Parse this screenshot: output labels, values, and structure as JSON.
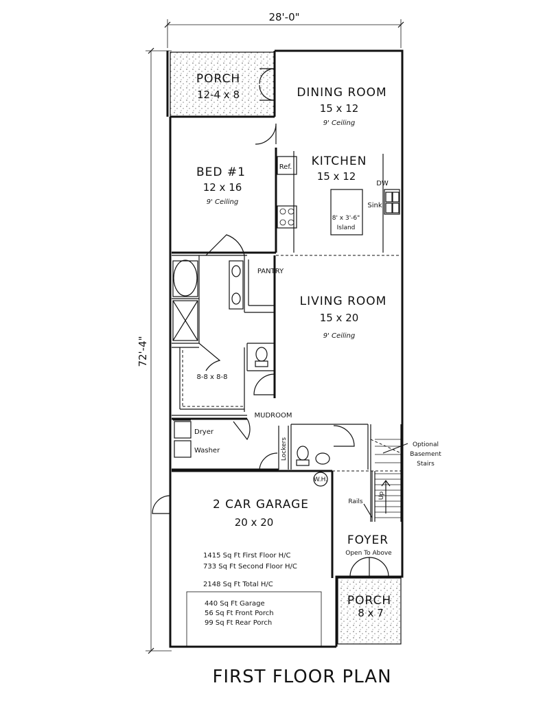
{
  "overall": {
    "width_dimension": "28'-0\"",
    "depth_dimension": "72'-4\""
  },
  "title": "FIRST FLOOR PLAN",
  "rooms": {
    "rear_porch": {
      "name": "PORCH",
      "size": "12-4 x 8"
    },
    "dining": {
      "name": "DINING ROOM",
      "size": "15 x 12",
      "ceiling": "9' Ceiling"
    },
    "kitchen": {
      "name": "KITCHEN",
      "size": "15 x 12"
    },
    "bed1": {
      "name": "BED #1",
      "size": "12 x 16",
      "ceiling": "9' Ceiling"
    },
    "living": {
      "name": "LIVING ROOM",
      "size": "15 x 20",
      "ceiling": "9' Ceiling"
    },
    "closet": {
      "size": "8-8 x 8-8"
    },
    "garage": {
      "name": "2 CAR GARAGE",
      "size": "20 x 20"
    },
    "foyer": {
      "name": "FOYER",
      "note": "Open To Above"
    },
    "front_porch": {
      "name": "PORCH",
      "size": "8 x 7"
    }
  },
  "fixtures": {
    "ref": "Ref.",
    "dw": "DW",
    "sink": "Sink",
    "island_size": "8' x 3'-6\"",
    "island": "Island",
    "pantry": "PANTRY",
    "mudroom": "MUDROOM",
    "lockers": "Lockers",
    "dryer": "Dryer",
    "washer": "Washer",
    "wh": "W.H.",
    "rails": "Rails",
    "up": "Up",
    "basement_note": [
      "Optional",
      "Basement",
      "Stairs"
    ]
  },
  "area_notes": {
    "first_floor": "1415 Sq Ft First Floor H/C",
    "second_floor": "733 Sq Ft Second Floor H/C",
    "total": "2148 Sq Ft Total H/C",
    "garage": "440 Sq Ft Garage",
    "front_porch": "56 Sq Ft Front Porch",
    "rear_porch": "99 Sq Ft Rear Porch"
  }
}
